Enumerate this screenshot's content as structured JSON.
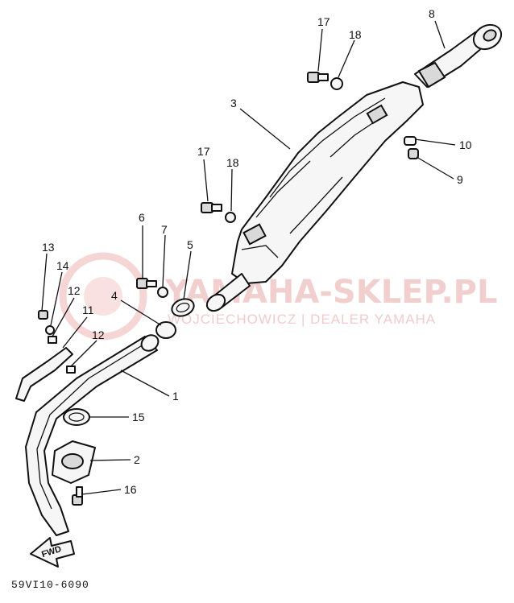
{
  "diagram": {
    "drawing_code": "59VI10-6090",
    "fwd_label": "FWD",
    "watermark": {
      "main": "YAMAHA-SKLEP.PL",
      "sub": "WOJCIECHOWICZ | DEALER YAMAHA"
    },
    "callouts": [
      {
        "id": "c17a",
        "label": "17"
      },
      {
        "id": "c8",
        "label": "8"
      },
      {
        "id": "c18a",
        "label": "18"
      },
      {
        "id": "c3",
        "label": "3"
      },
      {
        "id": "c10",
        "label": "10"
      },
      {
        "id": "c9",
        "label": "9"
      },
      {
        "id": "c17b",
        "label": "17"
      },
      {
        "id": "c18b",
        "label": "18"
      },
      {
        "id": "c6",
        "label": "6"
      },
      {
        "id": "c7",
        "label": "7"
      },
      {
        "id": "c5",
        "label": "5"
      },
      {
        "id": "c13",
        "label": "13"
      },
      {
        "id": "c14",
        "label": "14"
      },
      {
        "id": "c12a",
        "label": "12"
      },
      {
        "id": "c4",
        "label": "4"
      },
      {
        "id": "c11",
        "label": "11"
      },
      {
        "id": "c12b",
        "label": "12"
      },
      {
        "id": "c1",
        "label": "1"
      },
      {
        "id": "c15",
        "label": "15"
      },
      {
        "id": "c2",
        "label": "2"
      },
      {
        "id": "c16",
        "label": "16"
      }
    ]
  }
}
